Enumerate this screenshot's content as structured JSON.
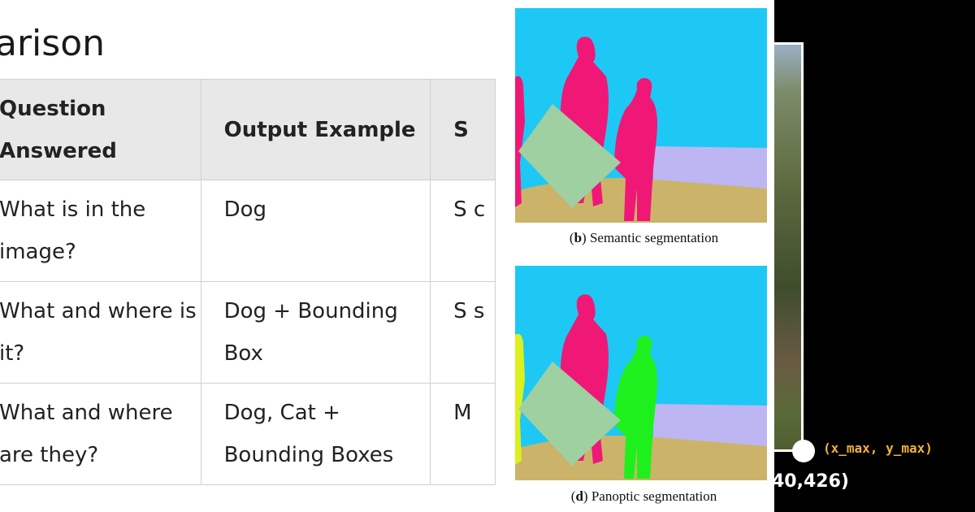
{
  "left": {
    "title": "arison",
    "headers": [
      "Question Answered",
      "Output Example",
      "S"
    ],
    "rows": [
      [
        "What is in the image?",
        "Dog",
        "S c"
      ],
      [
        "What and where is it?",
        "Dog + Bounding Box",
        "S s"
      ],
      [
        "What and where are they?",
        "Dog, Cat + Bounding Boxes",
        "M"
      ]
    ]
  },
  "middle": {
    "caption_b_letter": "b",
    "caption_b_text": "Semantic segmentation",
    "caption_d_letter": "d",
    "caption_d_text": "Panoptic segmentation",
    "colors": {
      "sky": "#1ec8f5",
      "sand": "#cbb46a",
      "sea": "#bdb6f2",
      "person": "#f01876",
      "kite": "#9fd0a2",
      "person_alt_yellow": "#dcf01e",
      "person_alt_green": "#1ef01e"
    }
  },
  "right": {
    "corner_label": "(x_max, y_max)",
    "coord_label": "40,426)"
  }
}
